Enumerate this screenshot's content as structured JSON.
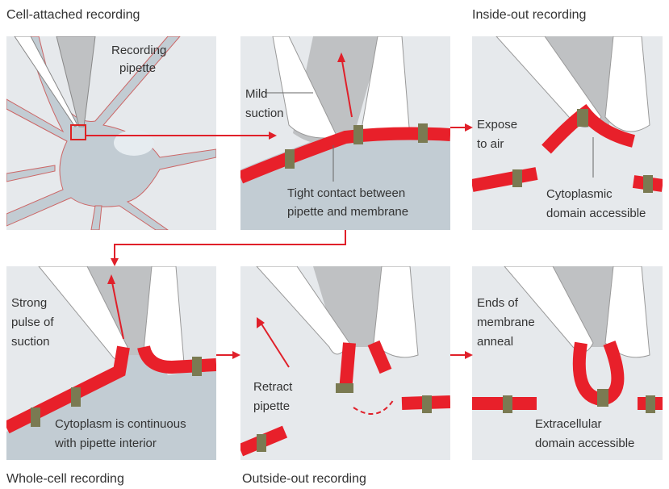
{
  "titles": {
    "cell_attached": "Cell-attached recording",
    "inside_out": "Inside-out recording",
    "whole_cell": "Whole-cell recording",
    "outside_out": "Outside-out recording"
  },
  "panel1": {
    "pipette_label_1": "Recording",
    "pipette_label_2": "pipette"
  },
  "panel2": {
    "suction_1": "Mild",
    "suction_2": "suction",
    "contact_1": "Tight contact between",
    "contact_2": "pipette and membrane"
  },
  "panel3": {
    "expose_1": "Expose",
    "expose_2": "to air",
    "cyto_1": "Cytoplasmic",
    "cyto_2": "domain accessible"
  },
  "panel4": {
    "strong_1": "Strong",
    "strong_2": "pulse of",
    "strong_3": "suction",
    "cont_1": "Cytoplasm is continuous",
    "cont_2": "with pipette interior"
  },
  "panel5": {
    "retract_1": "Retract",
    "retract_2": "pipette"
  },
  "panel6": {
    "ends_1": "Ends of",
    "ends_2": "membrane",
    "ends_3": "anneal",
    "extra_1": "Extracellular",
    "extra_2": "domain accessible"
  },
  "colors": {
    "panel_bg": "#e6e9ec",
    "cell": "#c2ccd3",
    "pipette_fill": "#bfc1c3",
    "membrane": "#e8202a",
    "channel": "#7a7a52",
    "arrow": "#e0202a"
  }
}
